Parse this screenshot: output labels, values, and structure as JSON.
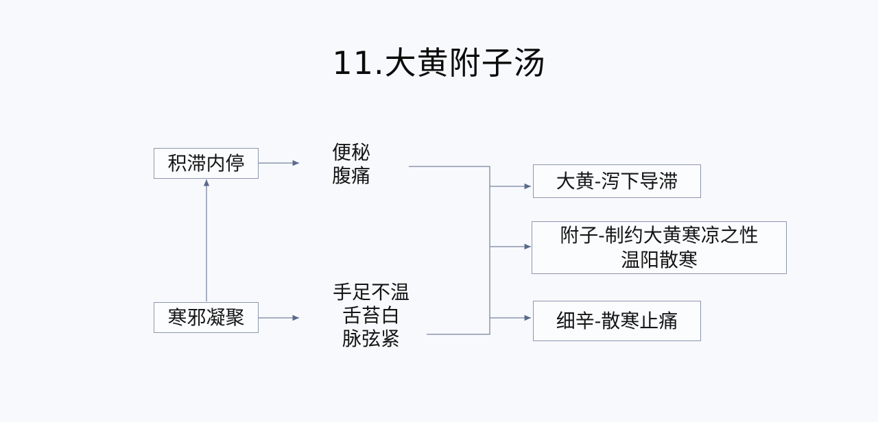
{
  "title": "11.大黄附子汤",
  "causes": [
    {
      "label": "积滞内停"
    },
    {
      "label": "寒邪凝聚"
    }
  ],
  "symptoms": [
    {
      "lines": [
        "便秘",
        "腹痛"
      ]
    },
    {
      "lines": [
        "手足不温",
        "舌苔白",
        "脉弦紧"
      ]
    }
  ],
  "herbs": [
    {
      "lines": [
        "大黄-泻下导滞"
      ]
    },
    {
      "lines": [
        "附子-制约大黄寒凉之性",
        "温阳散寒"
      ]
    },
    {
      "lines": [
        "细辛-散寒止痛"
      ]
    }
  ],
  "colors": {
    "line": "#8a96ad",
    "arrow": "#5a6a8a",
    "box_border": "#8a96ad"
  }
}
